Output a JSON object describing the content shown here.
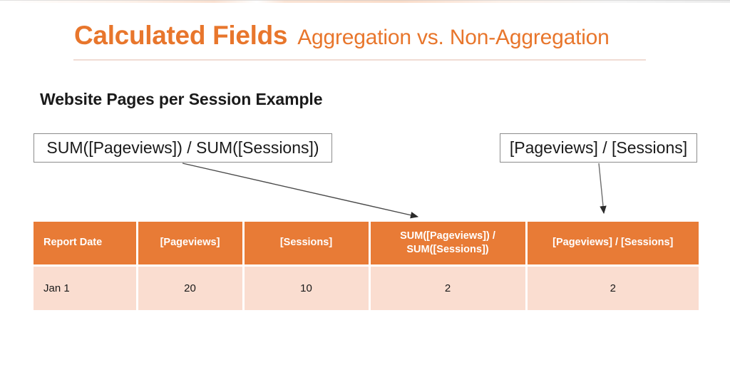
{
  "slide": {
    "background_color": "#ffffff",
    "accent_color": "#E8762C",
    "table_header_color": "#E87B36",
    "table_row_color": "#FADDD0",
    "rule_color": "#F0DCD4"
  },
  "title": {
    "main": "Calculated Fields",
    "subtitle": "Aggregation vs. Non-Aggregation"
  },
  "section": {
    "heading": "Website Pages per Session Example"
  },
  "callouts": [
    {
      "id": "aggregation-formula",
      "text": "SUM([Pageviews]) / SUM([Sessions])"
    },
    {
      "id": "non-aggregation-formula",
      "text": "[Pageviews] / [Sessions]"
    }
  ],
  "arrows": [
    {
      "id": "aggregation-arrow",
      "from_label": "SUM([Pageviews]) / SUM([Sessions])",
      "to_label": "SUM([Pageviews]) / SUM([Sessions]) column"
    },
    {
      "id": "non-aggregation-arrow",
      "from_label": "[Pageviews] / [Sessions]",
      "to_label": "[Pageviews] / [Sessions] column"
    }
  ],
  "table": {
    "headers": [
      "Report Date",
      "[Pageviews]",
      "[Sessions]",
      "SUM([Pageviews]) /\nSUM([Sessions])",
      "[Pageviews] / [Sessions]"
    ],
    "header_lines": {
      "col4_line1": "SUM([Pageviews]) /",
      "col4_line2": "SUM([Sessions])"
    },
    "rows": [
      {
        "report_date": "Jan 1",
        "pageviews": "20",
        "sessions": "10",
        "sum_ratio": "2",
        "row_ratio": "2"
      }
    ]
  }
}
